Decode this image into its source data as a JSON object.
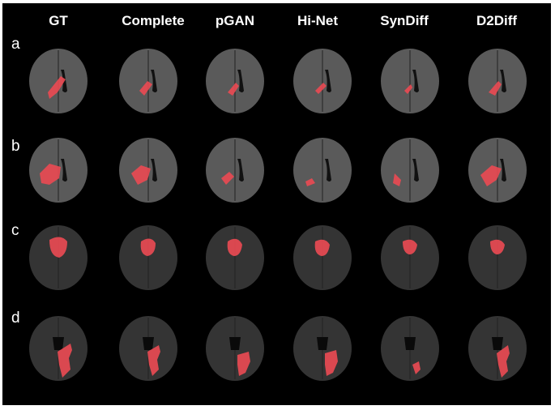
{
  "figure": {
    "columns": [
      "GT",
      "Complete",
      "pGAN",
      "Hi-Net",
      "SynDiff",
      "D2Diff"
    ],
    "rows": [
      "a",
      "b",
      "c",
      "d"
    ],
    "colors": {
      "background": "#000000",
      "tumor_overlay": "#e84a52",
      "brain_bright": "#5a5a5a",
      "brain_dark": "#343434",
      "label_text": "#ffffff"
    }
  }
}
